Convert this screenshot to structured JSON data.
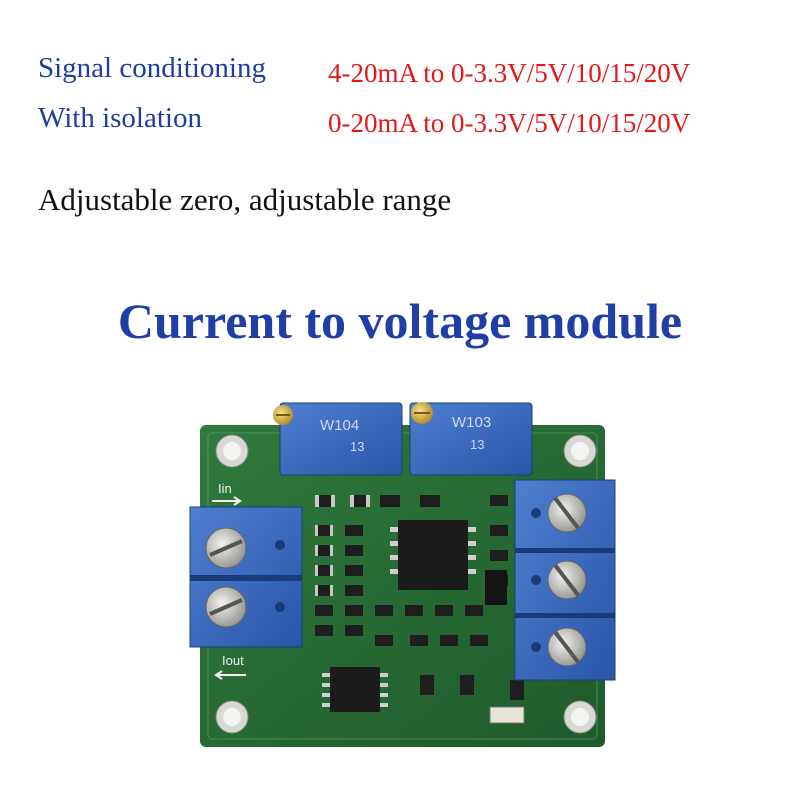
{
  "header": {
    "left_line1": "Signal conditioning",
    "left_line2": "With isolation",
    "right_line1": "4-20mA to 0-3.3V/5V/10/15/20V",
    "right_line2": "0-20mA to 0-3.3V/5V/10/15/20V",
    "feature": "Adjustable zero, adjustable range"
  },
  "title": "Current to voltage module",
  "board": {
    "pot_left_label": "W104",
    "pot_left_sub": "13",
    "pot_right_label": "W103",
    "pot_right_sub": "13",
    "label_in": "Iin",
    "label_out": "Iout"
  }
}
